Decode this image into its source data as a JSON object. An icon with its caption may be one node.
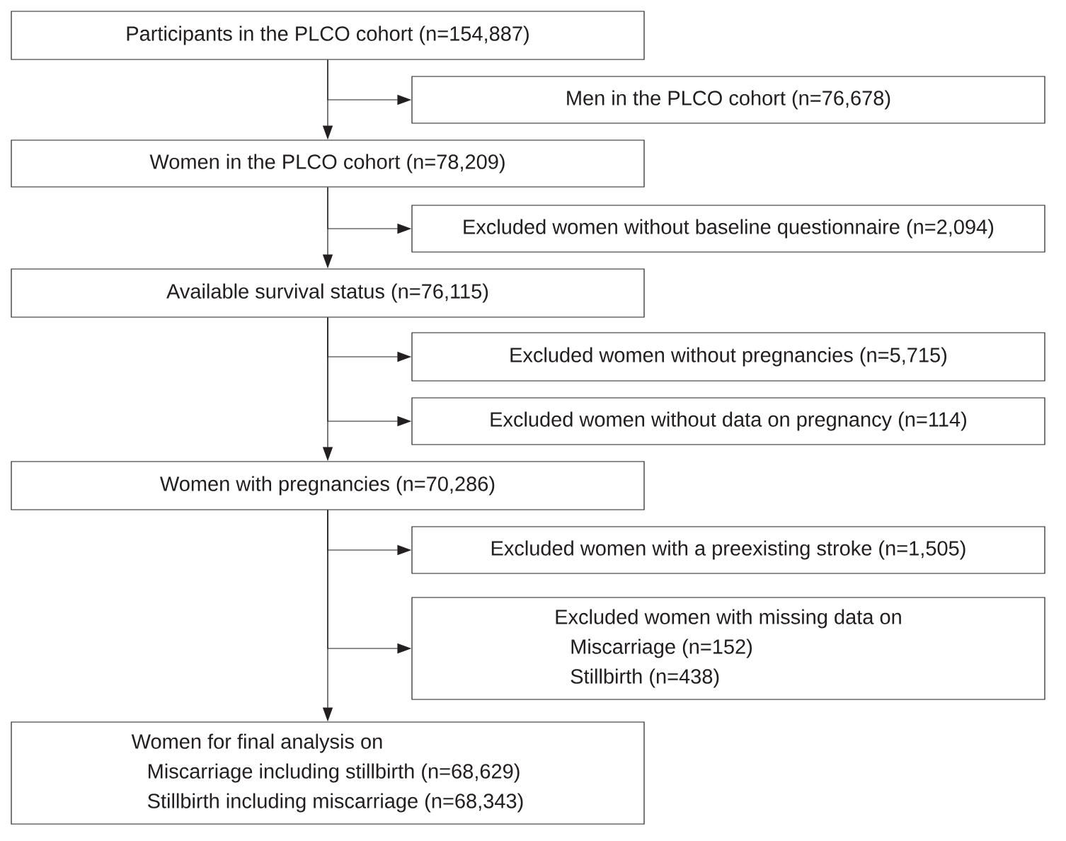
{
  "diagram": {
    "nodes": [
      {
        "text": [
          "Participants in the PLCO cohort (n=154,887)"
        ]
      },
      {
        "text": [
          "Men in the PLCO cohort (n=76,678)"
        ]
      },
      {
        "text": [
          "Women in the PLCO cohort (n=78,209)"
        ]
      },
      {
        "text": [
          "Excluded women without baseline questionnaire (n=2,094)"
        ]
      },
      {
        "text": [
          "Available survival status (n=76,115)"
        ]
      },
      {
        "text": [
          "Excluded women without pregnancies (n=5,715)"
        ]
      },
      {
        "text": [
          "Excluded women without data on pregnancy (n=114)"
        ]
      },
      {
        "text": [
          "Women with pregnancies (n=70,286)"
        ]
      },
      {
        "text": [
          "Excluded women with a preexisting stroke (n=1,505)"
        ]
      },
      {
        "text": [
          "Excluded women with missing data on",
          "Miscarriage (n=152)",
          "Stillbirth (n=438)"
        ]
      },
      {
        "text": [
          "Women for final analysis on",
          "Miscarriage including stillbirth (n=68,629)",
          "Stillbirth including miscarriage (n=68,343)"
        ]
      }
    ],
    "edges": [
      {
        "from": 0,
        "to": 1,
        "arrow": "to"
      },
      {
        "from": 0,
        "to": 2,
        "arrow": "to"
      },
      {
        "from": 2,
        "to": 3,
        "arrow": "to"
      },
      {
        "from": 2,
        "to": 4,
        "arrow": "to"
      },
      {
        "from": 4,
        "to": 5,
        "arrow": "to"
      },
      {
        "from": 4,
        "to": 6,
        "arrow": "to"
      },
      {
        "from": 4,
        "to": 7,
        "arrow": "to"
      },
      {
        "from": 7,
        "to": 8,
        "arrow": "to"
      },
      {
        "from": 7,
        "to": 9,
        "arrow": "to"
      },
      {
        "from": 7,
        "to": 10,
        "arrow": "to"
      }
    ]
  }
}
